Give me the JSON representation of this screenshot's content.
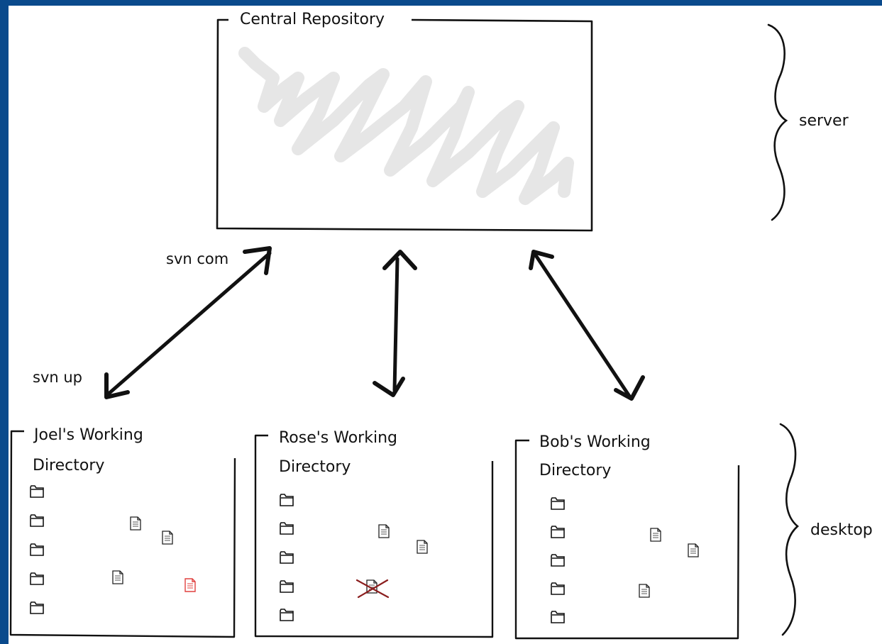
{
  "diagram": {
    "repository_title": "Central Repository",
    "tier_labels": {
      "server": "server",
      "desktop": "desktop"
    },
    "commands": {
      "commit": "svn com",
      "update": "svn up"
    },
    "working_dirs": [
      {
        "line1": "Joel's Working",
        "line2": "Directory",
        "folders": 5,
        "files": 4,
        "highlighted_files": 1,
        "deleted_files": 0
      },
      {
        "line1": "Rose's Working",
        "line2": "Directory",
        "folders": 5,
        "files": 3,
        "highlighted_files": 0,
        "deleted_files": 1
      },
      {
        "line1": "Bob's Working",
        "line2": "Directory",
        "folders": 5,
        "files": 3,
        "highlighted_files": 0,
        "deleted_files": 0
      }
    ],
    "colors": {
      "background": "#0a4a8c",
      "canvas": "#ffffff",
      "ink": "#111111",
      "scribble": "#e6e6e6",
      "highlight": "#e0403f",
      "deleted_mark": "#8b1e1e"
    }
  }
}
